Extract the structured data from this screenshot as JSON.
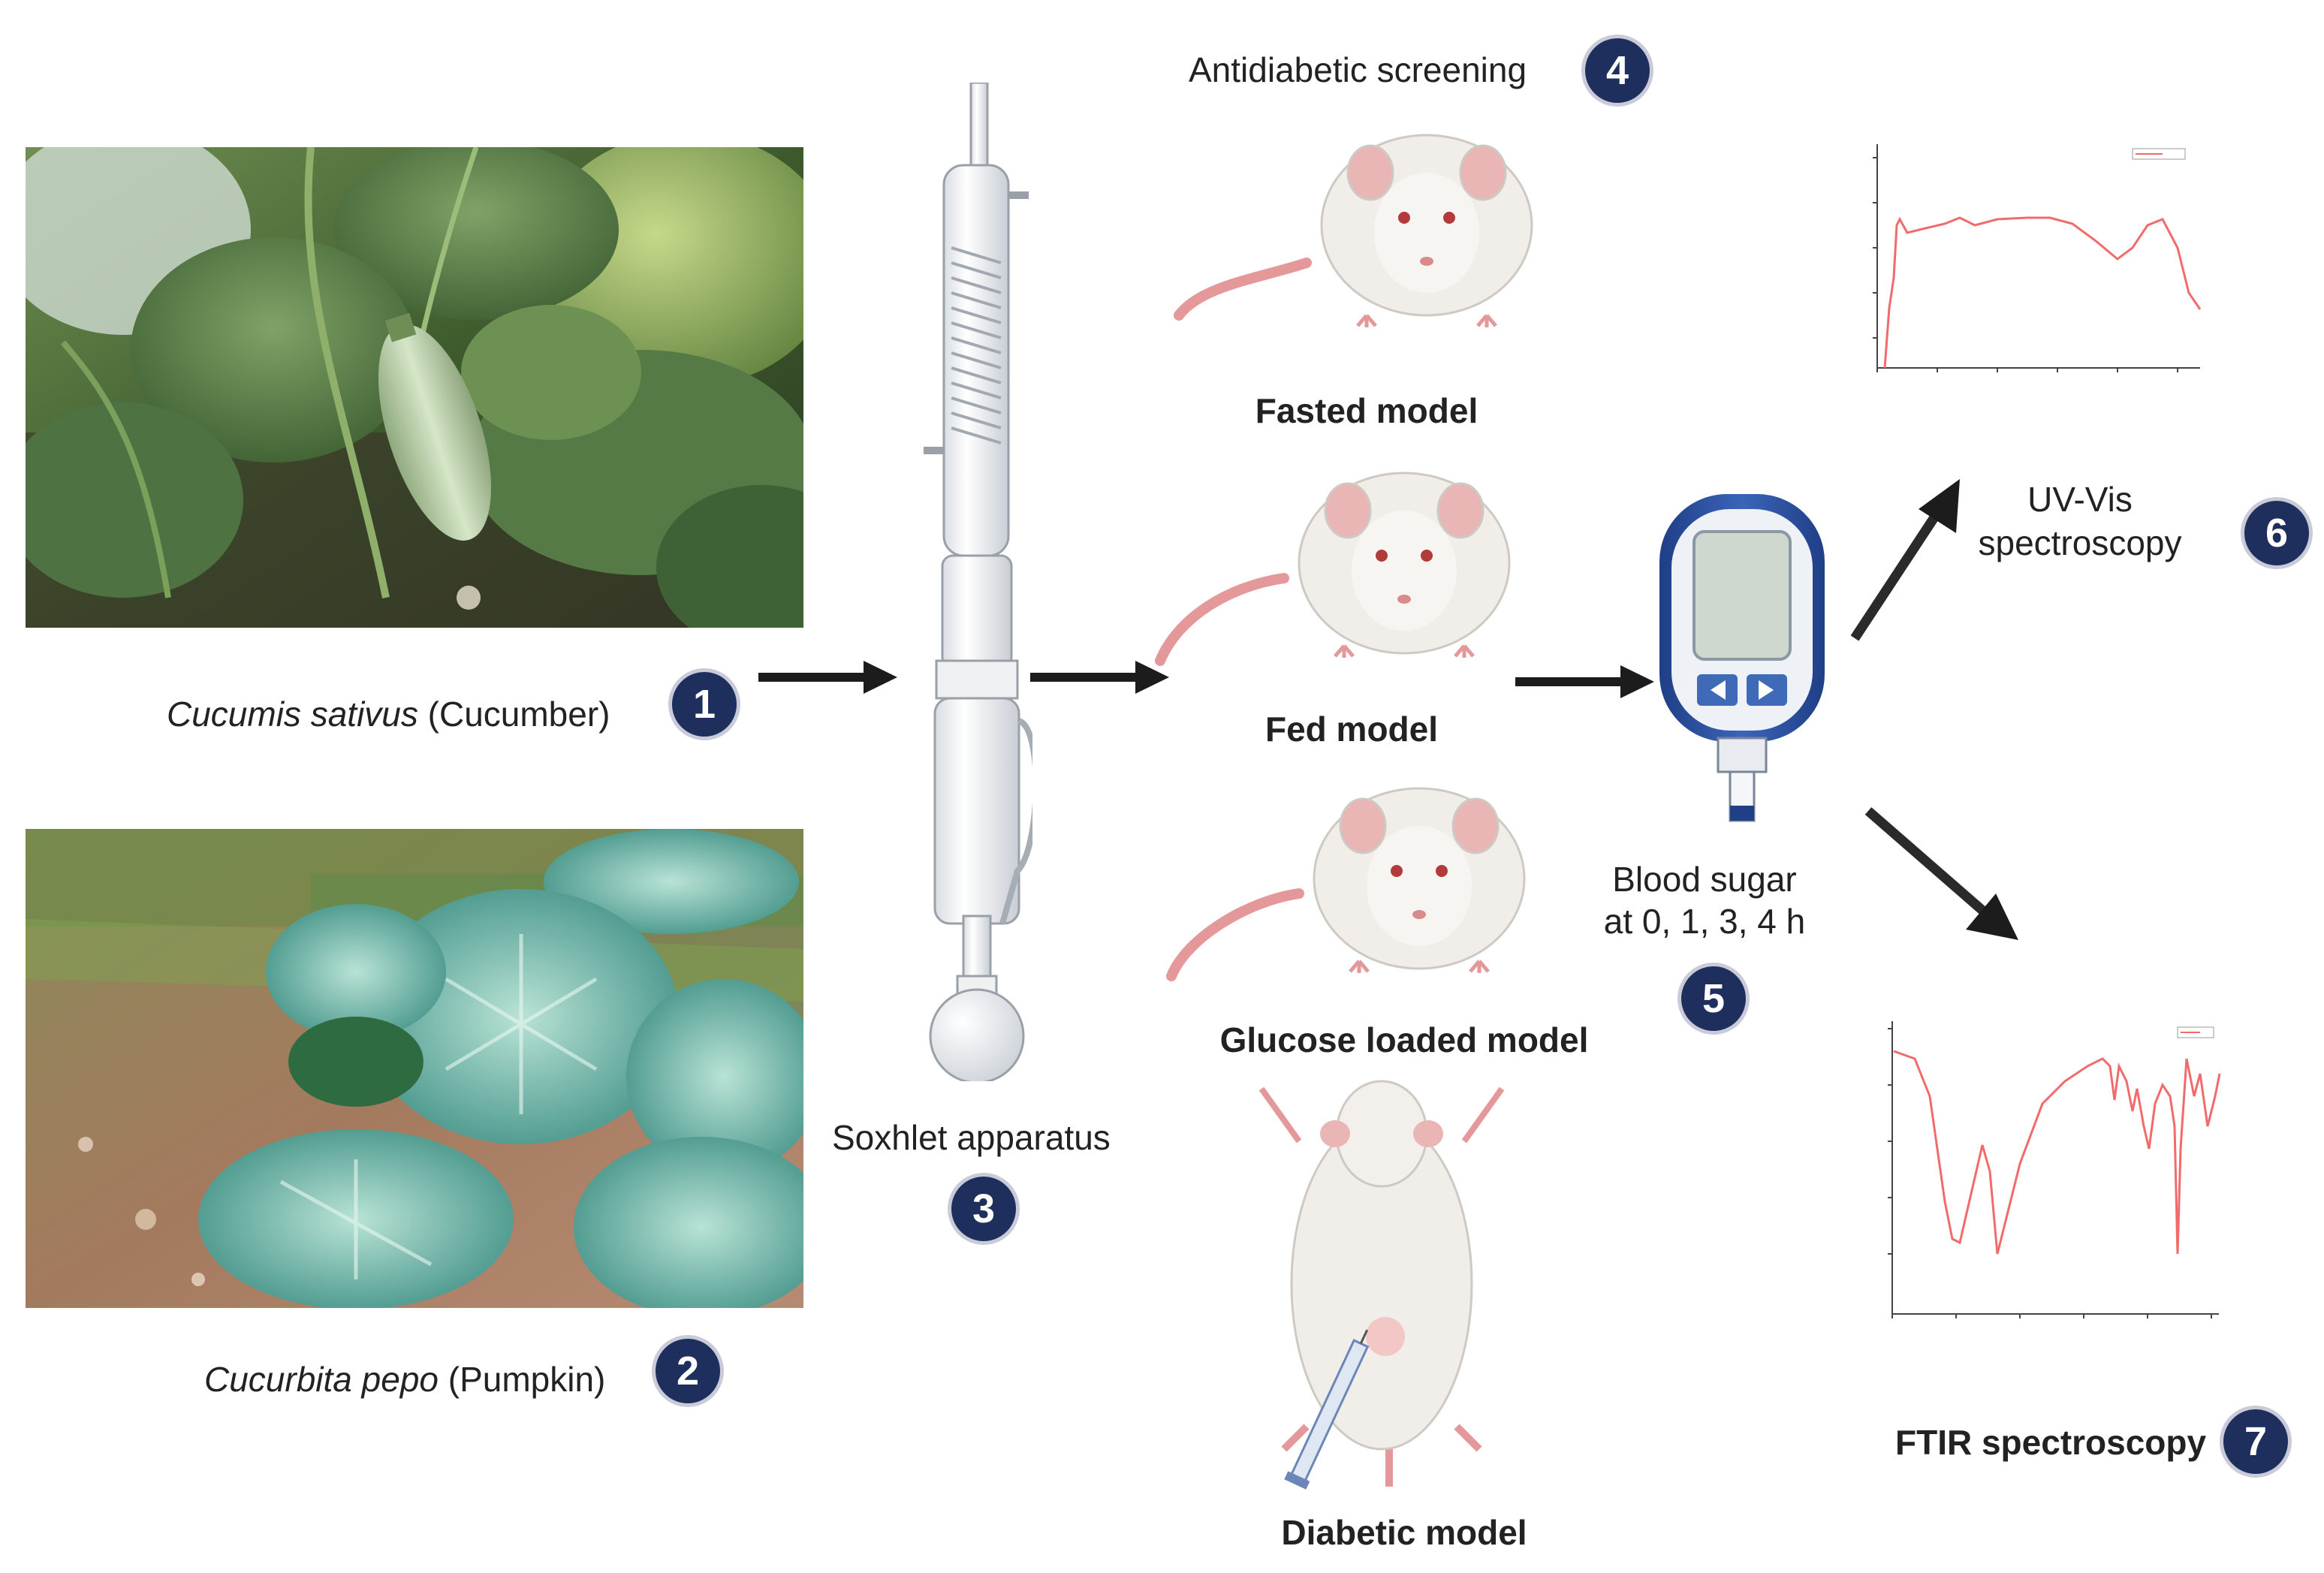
{
  "plants": {
    "cucumber": {
      "species": "Cucumis sativus",
      "common": "(Cucumber)",
      "step": "1"
    },
    "pumpkin": {
      "species": "Cucurbita pepo",
      "common": "(Pumpkin)",
      "step": "2"
    }
  },
  "soxhlet": {
    "label": "Soxhlet apparatus",
    "step": "3"
  },
  "screening": {
    "title": "Antidiabetic screening",
    "step": "4",
    "models": [
      "Fasted model",
      "Fed model",
      "Glucose loaded model",
      "Diabetic model"
    ]
  },
  "glucometer": {
    "label_line1": "Blood sugar",
    "label_line2": "at 0, 1, 3, 4 h",
    "step": "5"
  },
  "uvvis": {
    "label_line1": "UV-Vis",
    "label_line2": "spectroscopy",
    "step": "6"
  },
  "ftir": {
    "label": "FTIR spectroscopy",
    "step": "7"
  },
  "colors": {
    "badge": "#1e2f5e",
    "arrow": "#1c1c1c",
    "spectrum": "#f26b6b",
    "rat_tail": "#e4989a"
  }
}
